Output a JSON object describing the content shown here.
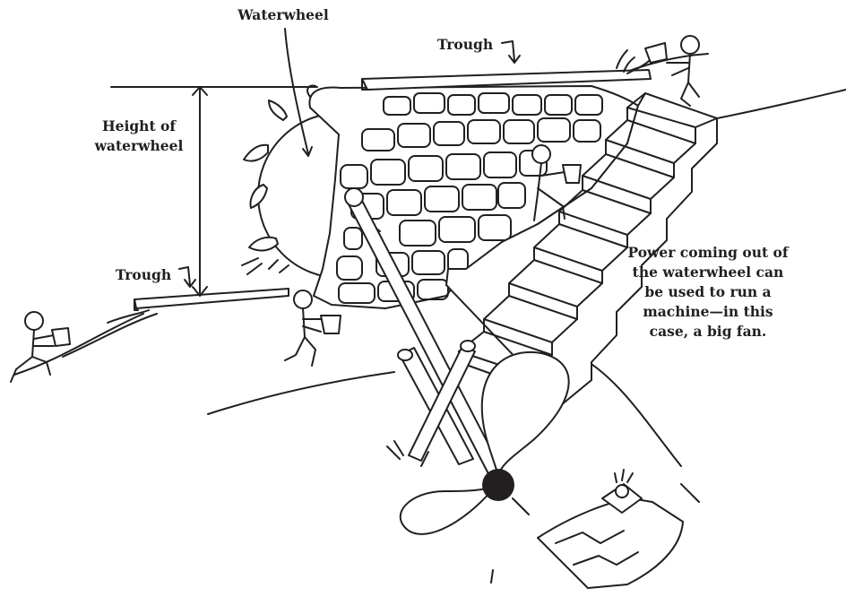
{
  "labels": {
    "waterwheel": "Waterwheel",
    "trough_top": "Trough",
    "trough_left": "Trough",
    "height_line1": "Height of",
    "height_line2": "waterwheel",
    "power_line1": "Power coming out of",
    "power_line2": "the waterwheel can",
    "power_line3": "be used to run a",
    "power_line4": "machine—in this",
    "power_line5": "case, a big fan."
  },
  "ink_color": "#231f20",
  "background_color": "#ffffff",
  "parts": [
    "waterwheel",
    "stone-wall",
    "staircase",
    "upper-trough",
    "lower-trough",
    "axle",
    "fan",
    "height-dimension-arrow",
    "stick-figures"
  ]
}
